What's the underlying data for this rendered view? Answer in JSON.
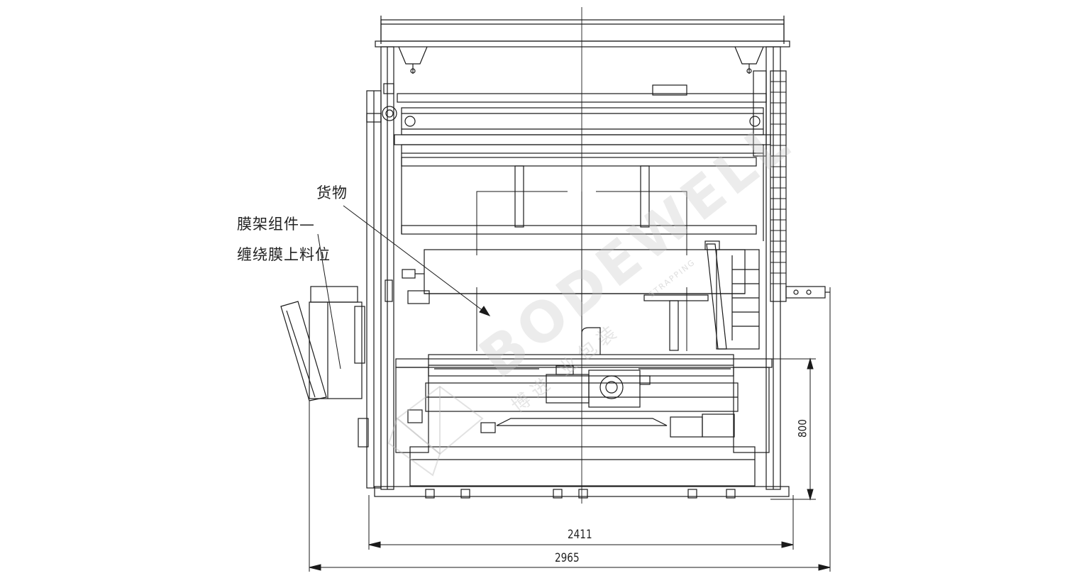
{
  "labels": {
    "goods": "货物",
    "film_assembly_line1": "膜架组件—",
    "film_assembly_line2": "缠绕膜上料位"
  },
  "dimensions": {
    "inner_width": "2411",
    "outer_width": "2965",
    "table_height": "800"
  },
  "watermark": {
    "brand": "BODEWELL",
    "chinese": "博进 业包装",
    "sub": "STRAPPING"
  },
  "colors": {
    "line": "#1a1a1a",
    "watermark": "#cccccc"
  }
}
